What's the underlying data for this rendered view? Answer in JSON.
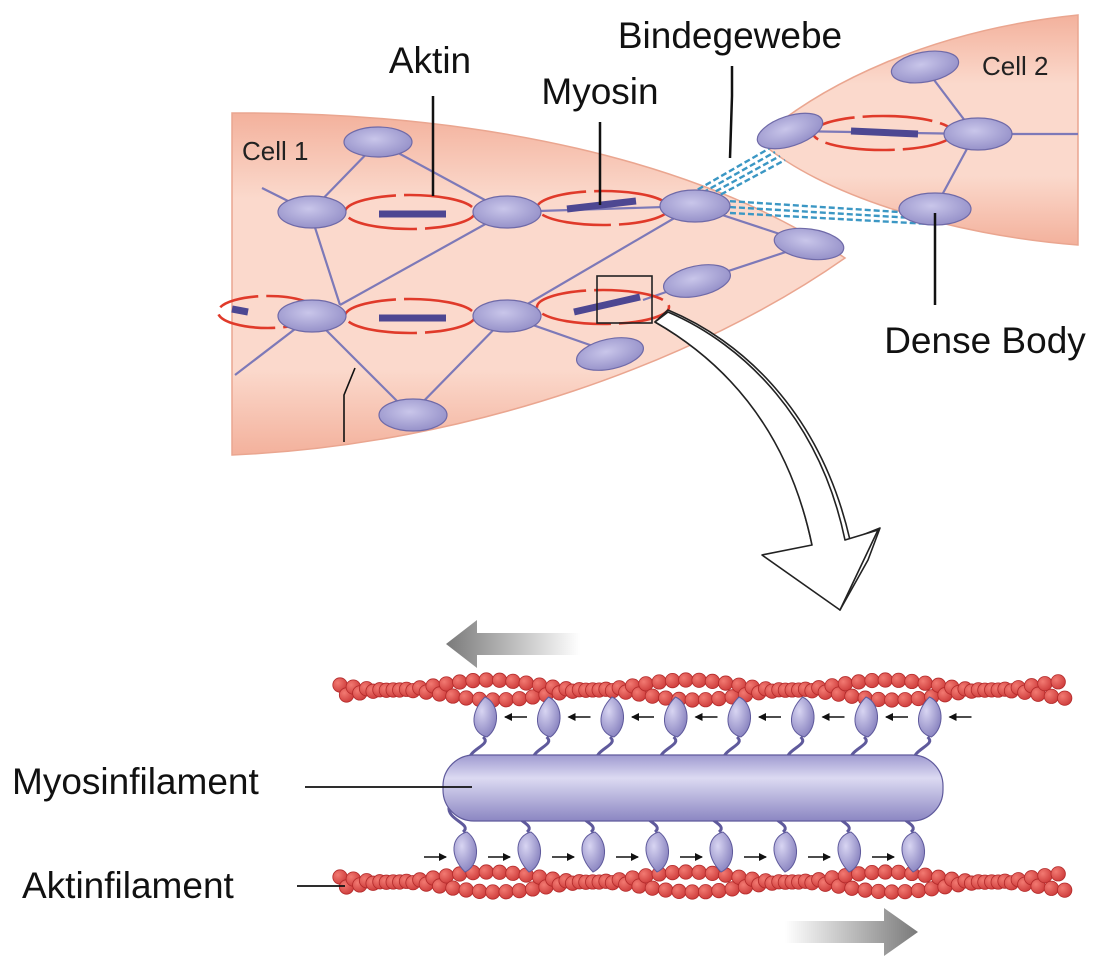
{
  "labels": {
    "aktin": "Aktin",
    "myosin": "Myosin",
    "bindegewebe": "Bindegewebe",
    "cell1": "Cell 1",
    "cell2": "Cell 2",
    "dense_body": "Dense Body",
    "myosinfilament": "Myosinfilament",
    "aktinfilament": "Aktinfilament"
  },
  "colors": {
    "cell_fill": "#f8c9b8",
    "cell_edge": "#e9a48f",
    "dense_body": "#a6a3d4",
    "dense_body_edge": "#6f6aa8",
    "network_line": "#7d79b8",
    "actin_red": "#e03a2a",
    "myosin_bar": "#4d4792",
    "connective": "#3b97c4",
    "actin_bead": "#e24c4c",
    "myosin_filament": "#a39fd2",
    "movement_arrow": "#8a8a8a"
  },
  "icons": {
    "zoom": "curved-zoom-arrow-icon",
    "move_left": "left-movement-arrow-icon",
    "move_right": "right-movement-arrow-icon"
  }
}
